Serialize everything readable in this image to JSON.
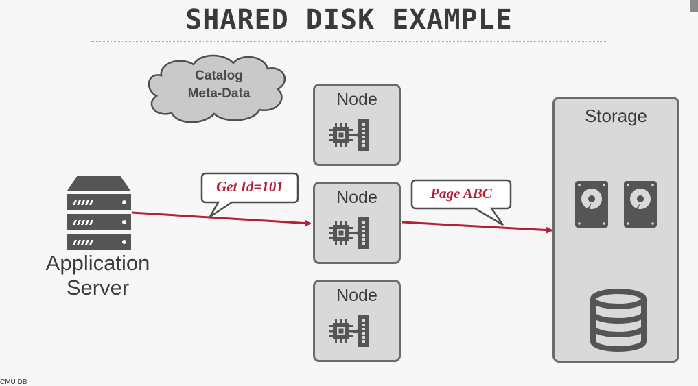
{
  "title": "SHARED DISK EXAMPLE",
  "cloud": {
    "line1": "Catalog",
    "line2": "Meta-Data"
  },
  "nodes": [
    {
      "label": "Node"
    },
    {
      "label": "Node"
    },
    {
      "label": "Node"
    }
  ],
  "storage": {
    "label": "Storage"
  },
  "app_server": {
    "line1": "Application",
    "line2": "Server"
  },
  "request_bubble": "Get Id=101",
  "response_bubble": "Page ABC",
  "footer": "CMU DB",
  "colors": {
    "accent": "#b41f3a",
    "box_fill": "#d9d9d9",
    "box_border": "#6b6b6b",
    "icon": "#555555"
  }
}
